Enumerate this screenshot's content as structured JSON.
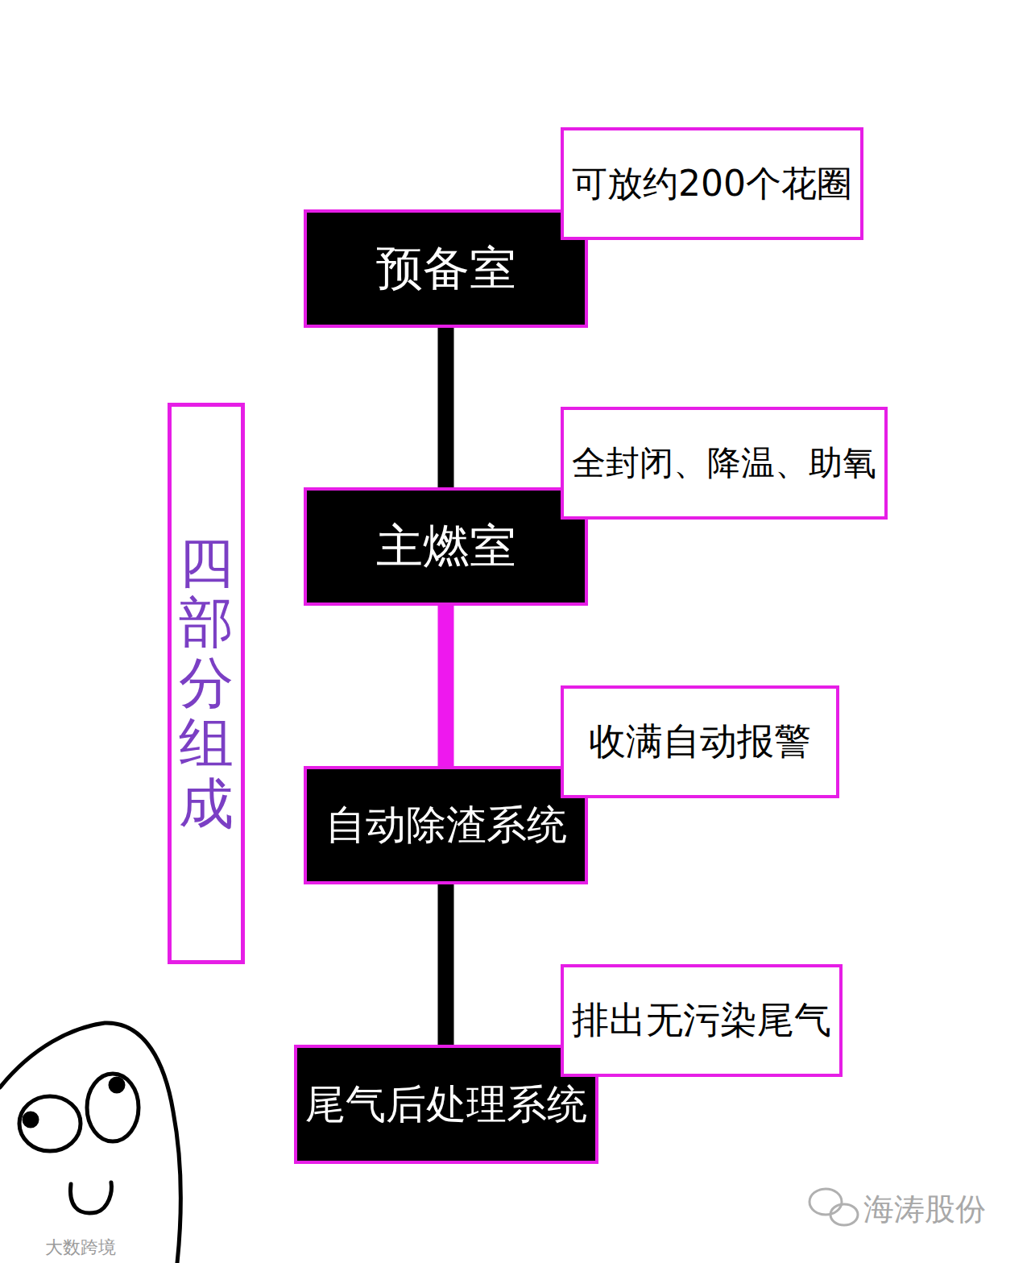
{
  "diagram": {
    "nodes": [
      {
        "text": [
          "预备室"
        ]
      },
      {
        "text": [
          "可放约200个花圈"
        ]
      },
      {
        "text": [
          "主燃室"
        ]
      },
      {
        "text": [
          "全封闭、降温、助氧"
        ]
      },
      {
        "text": [
          "自动除渣系统"
        ]
      },
      {
        "text": [
          "收满自动报警"
        ]
      },
      {
        "text": [
          "尾气后处理系统"
        ]
      },
      {
        "text": [
          "排出无污染尾气"
        ]
      },
      {
        "text": [
          "四部分组成"
        ]
      }
    ],
    "edges": [
      {
        "from": 0,
        "to": 2,
        "arrow": "none"
      },
      {
        "from": 2,
        "to": 4,
        "arrow": "none"
      },
      {
        "from": 4,
        "to": 6,
        "arrow": "none"
      }
    ],
    "labels": [
      "海涛股份",
      "大数跨境"
    ]
  }
}
